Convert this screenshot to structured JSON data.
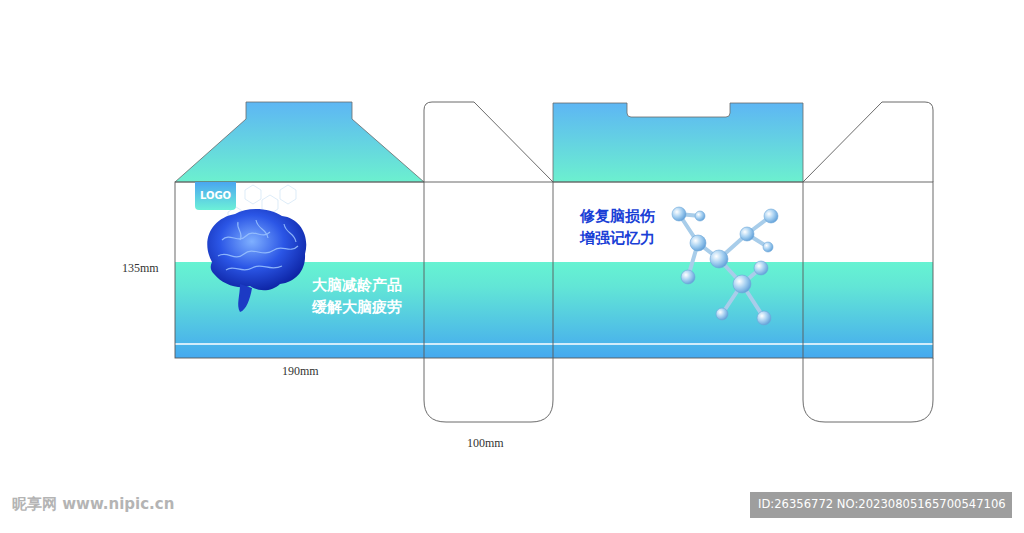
{
  "diagram": {
    "nodes": [
      {
        "text": [
          "大脑减龄产品 缓解大脑疲劳"
        ]
      },
      {
        "text": [
          "LOGO"
        ],
        "in": 0
      },
      {
        "text": [
          "修复脑损伤 增强记忆力"
        ]
      }
    ],
    "labels": [
      "135mm",
      "190mm",
      "100mm",
      "昵享网 www.nipic.cn",
      "ID:26356772 NO:20230805165700547106"
    ]
  }
}
